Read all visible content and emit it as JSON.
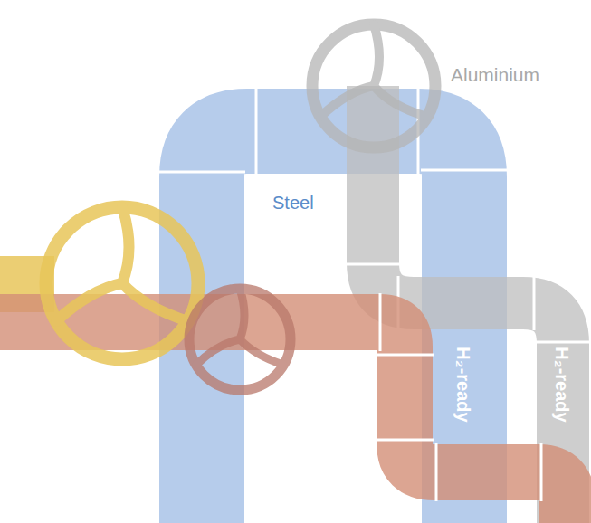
{
  "diagram": {
    "labels": [
      "Aluminium",
      "Steel",
      "H₂-ready",
      "H₂-ready"
    ]
  }
}
